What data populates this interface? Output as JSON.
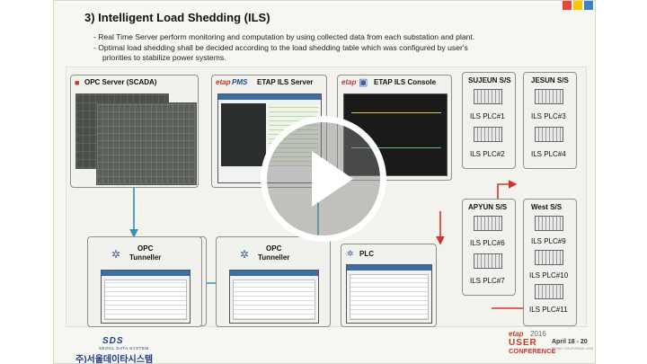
{
  "slide": {
    "title": "3) Intelligent Load Shedding (ILS)",
    "bullets": [
      "- Real Time Server perform monitoring and computation by using collected data from each substation and plant.",
      "- Optimal load shedding shall be decided according to the load shedding table which was configured by user's",
      "priorities to stabilize power systems."
    ],
    "corner_colors": [
      "#e8453c",
      "#f7c600",
      "#3b82c4"
    ]
  },
  "diagram": {
    "opc_server": "OPC Server (SCADA)",
    "etap_ils_server": "ETAP ILS Server",
    "etap_ils_console": "ETAP ILS Console",
    "etap_brand": "etap",
    "pms_brand": "PMS",
    "opc_tunneller": "OPC\nTunneller",
    "opc_word": "OPC",
    "tunneller_word": "Tunneller",
    "plc": "PLC",
    "stations": [
      {
        "name": "SUJEUN S/S",
        "plcs": [
          "ILS PLC#1",
          "ILS PLC#2"
        ]
      },
      {
        "name": "JESUN S/S",
        "plcs": [
          "ILS PLC#3",
          "ILS PLC#4"
        ]
      },
      {
        "name": "APYUN S/S",
        "plcs": [
          "ILS PLC#6",
          "ILS PLC#7"
        ]
      },
      {
        "name": "West S/S",
        "plcs": [
          "ILS PLC#9",
          "ILS PLC#10",
          "ILS PLC#11"
        ]
      }
    ],
    "colors": {
      "blue_link": "#2d8fb5",
      "red_link": "#d0342c"
    }
  },
  "player": {
    "play_icon": "play-icon"
  },
  "footer": {
    "logo_mark": "SDS",
    "logo_sub": "SEOUL DATA SYSTEM",
    "logo_kr": "주)서울데이타시스템",
    "conf_etap": "etap",
    "conf_year": "2016",
    "conf_user": "USER",
    "conf_conference": "CONFERENCE",
    "conf_date": "April 18 - 20",
    "conf_venue": "IRVINE • CALIFORNIA • USA"
  }
}
